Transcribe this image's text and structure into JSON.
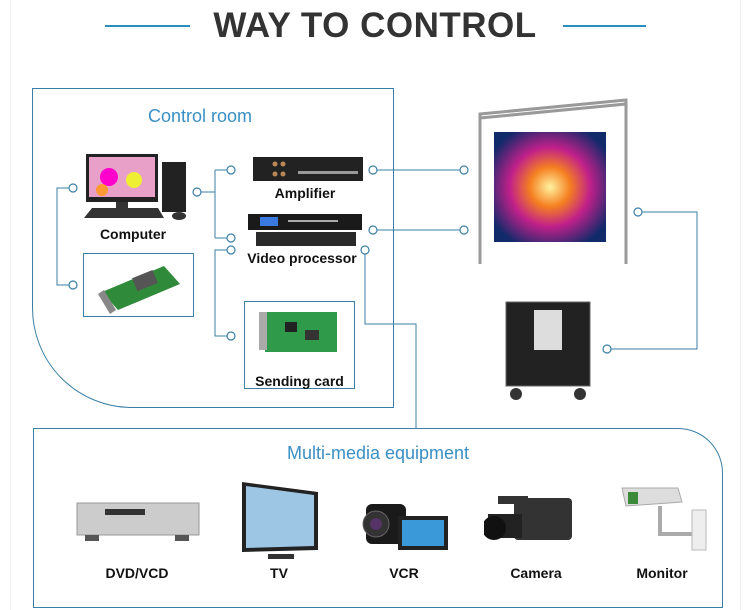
{
  "title": "WAY TO CONTROL",
  "control_room": {
    "heading": "Control room",
    "devices": {
      "computer": "Computer",
      "amplifier": "Amplifier",
      "video_processor": "Video processor",
      "sending_card": "Sending card"
    }
  },
  "multimedia": {
    "heading": "Multi-media equipment",
    "items": [
      "DVD/VCD",
      "TV",
      "VCR",
      "Camera",
      "Monitor"
    ]
  },
  "colors": {
    "accent": "#2a8fbf",
    "line": "#3b7fa6",
    "heading": "#3a8fc4"
  }
}
